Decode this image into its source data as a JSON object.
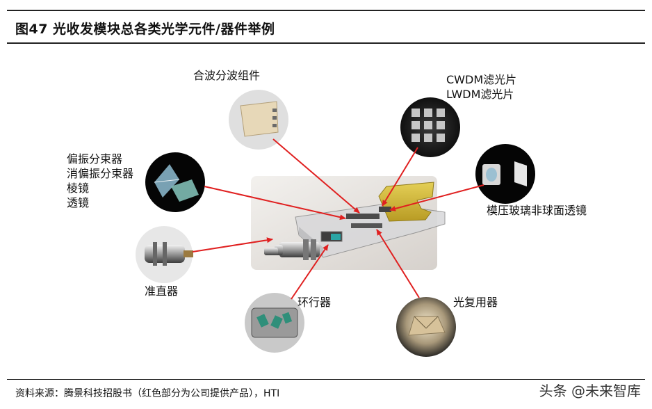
{
  "title": "图47 光收发模块总各类光学元件/器件举例",
  "labels": {
    "wave_combiner": [
      "合波分波组件"
    ],
    "filters": [
      "CWDM滤光片",
      "LWDM滤光片"
    ],
    "pbs": [
      "偏振分束器",
      "消偏振分束器",
      "棱镜",
      "透镜"
    ],
    "lens": [
      "模压玻璃非球面透镜"
    ],
    "collimator": [
      "准直器"
    ],
    "circulator": [
      "环行器"
    ],
    "mux": [
      "光复用器"
    ]
  },
  "source": "资料来源：腾景科技招股书（红色部分为公司提供产品），HTI",
  "watermark": "头条 @未来智库",
  "colors": {
    "arrow": "#e02020",
    "rule": "#222222"
  }
}
